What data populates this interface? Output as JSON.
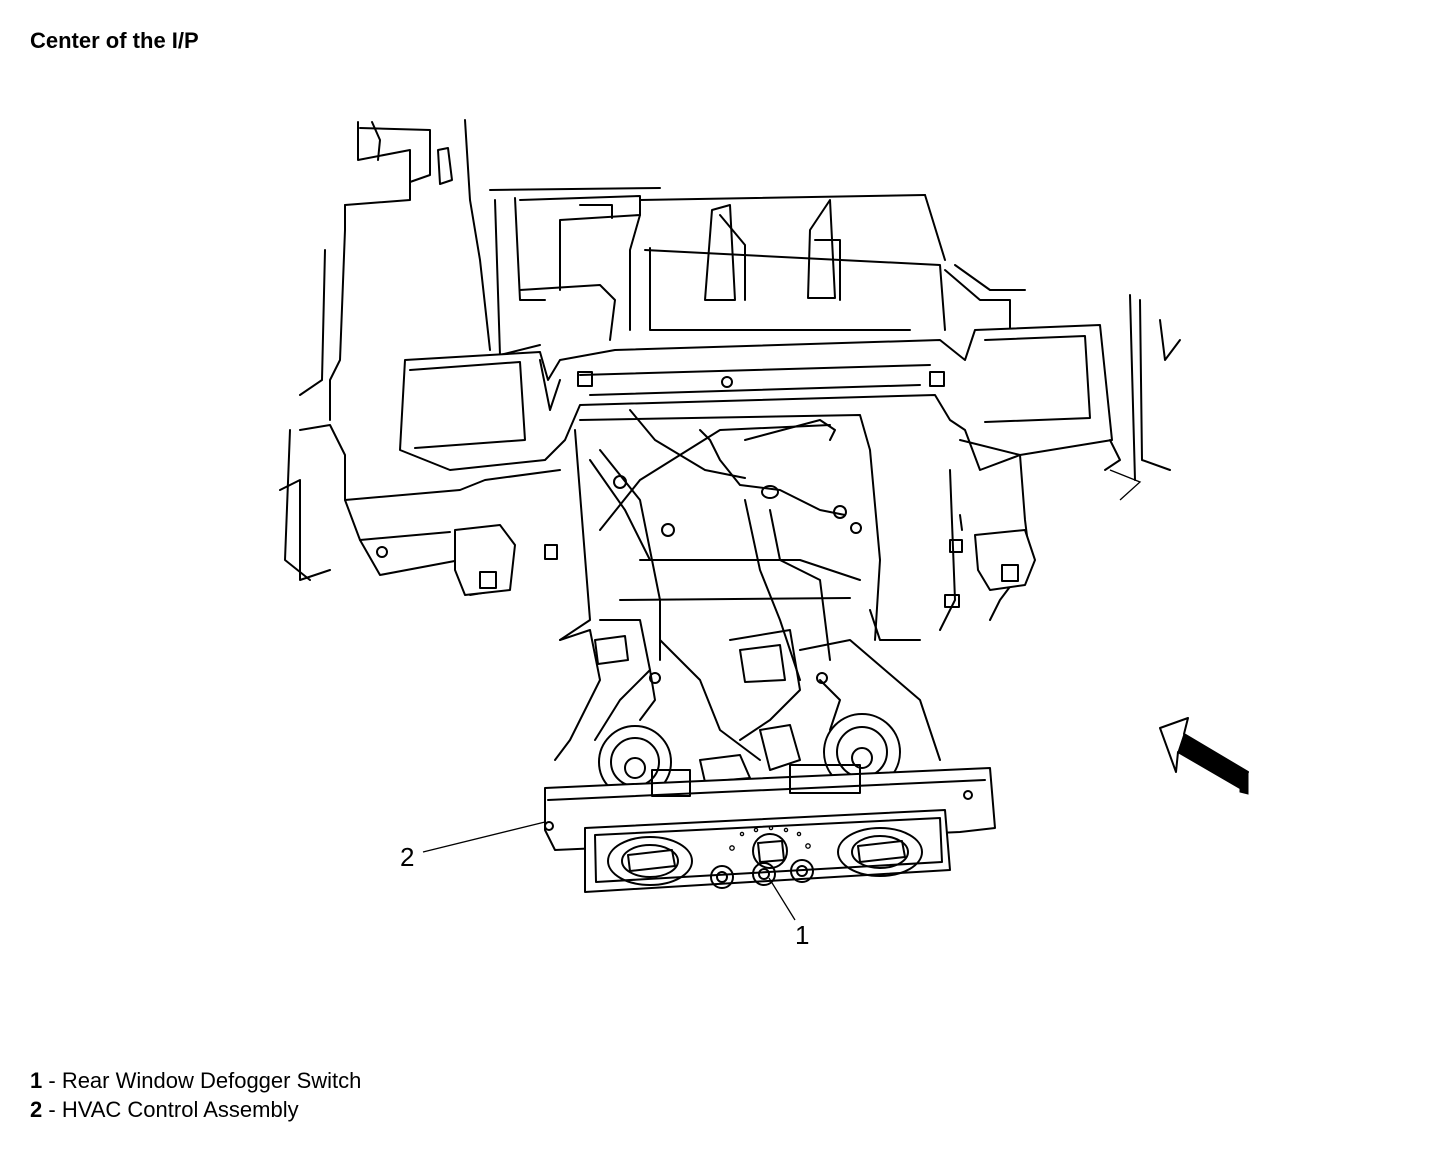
{
  "title": "Center of the I/P",
  "callouts": [
    {
      "number": "1",
      "label": "Rear Window Defogger Switch"
    },
    {
      "number": "2",
      "label": "HVAC Control Assembly"
    }
  ],
  "legend": [
    {
      "number": "1",
      "separator": " - ",
      "label": "Rear Window Defogger Switch"
    },
    {
      "number": "2",
      "separator": " - ",
      "label": "HVAC Control Assembly"
    }
  ]
}
